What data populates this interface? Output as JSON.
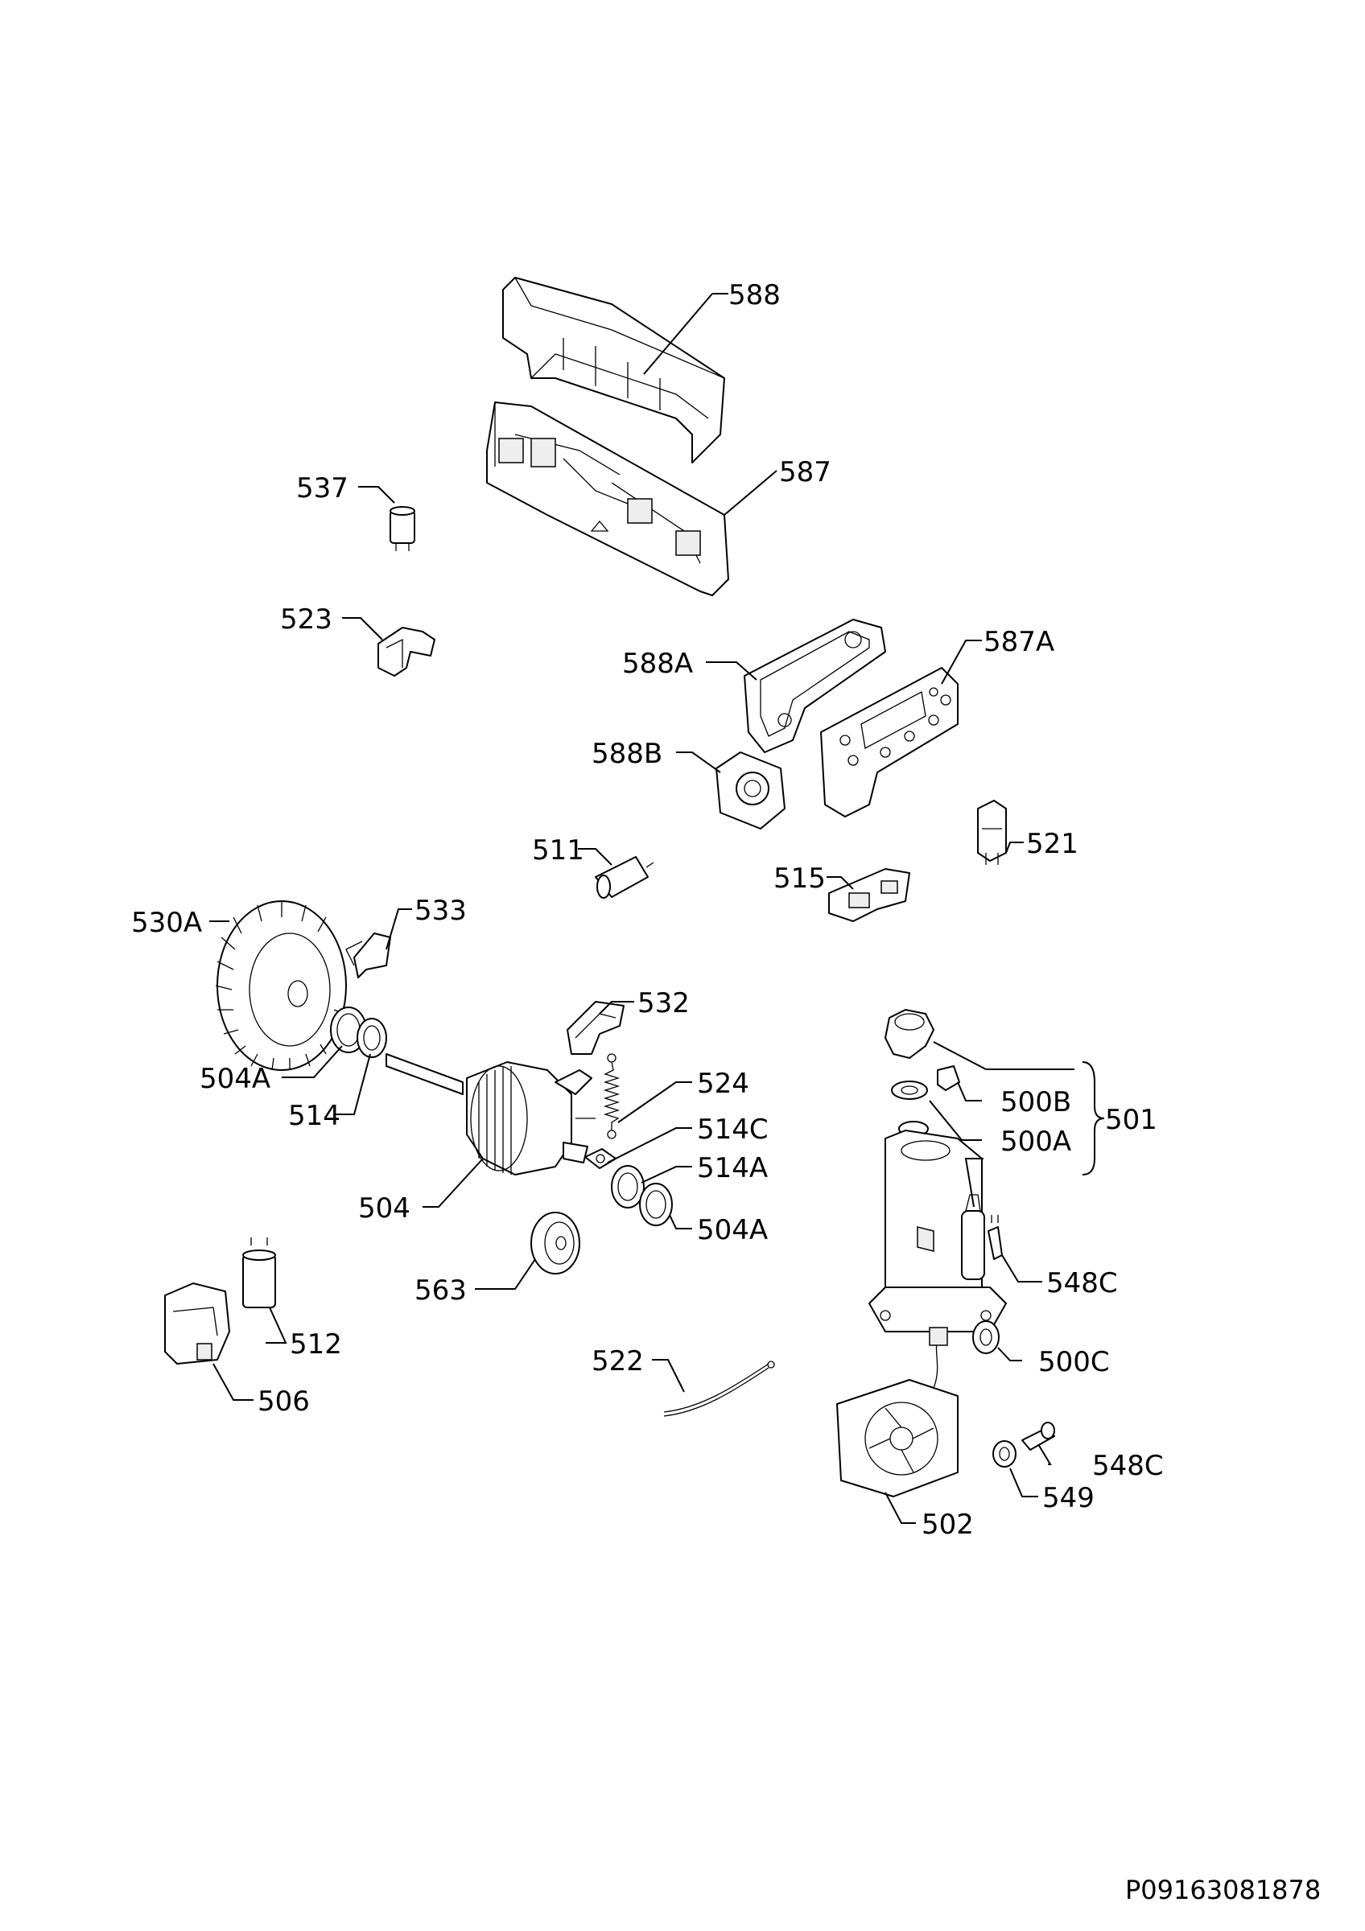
{
  "diagram": {
    "labels": {
      "l588": "588",
      "l587": "587",
      "l537": "537",
      "l523": "523",
      "l588A": "588A",
      "l587A": "587A",
      "l588B": "588B",
      "l511": "511",
      "l521": "521",
      "l515": "515",
      "l530A": "530A",
      "l533": "533",
      "l532": "532",
      "l504A_1": "504A",
      "l514": "514",
      "l524": "524",
      "l514C": "514C",
      "l514A": "514A",
      "l504": "504",
      "l504A_2": "504A",
      "l500B": "500B",
      "l500A": "500A",
      "l501": "501",
      "l548C_1": "548C",
      "l563": "563",
      "l512": "512",
      "l506": "506",
      "l522": "522",
      "l500C": "500C",
      "l548C_2": "548C",
      "l549": "549",
      "l502": "502"
    },
    "reference": "P09163081878"
  }
}
